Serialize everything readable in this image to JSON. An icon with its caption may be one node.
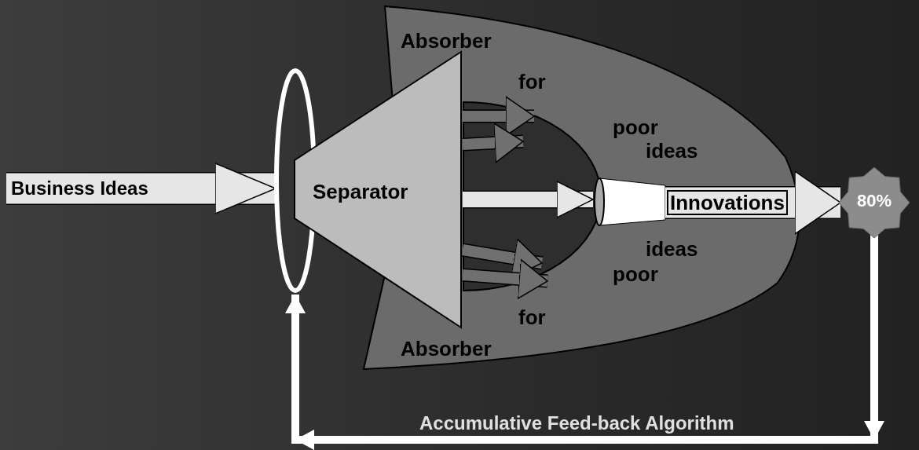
{
  "diagram": {
    "nodes": [
      {
        "text": [
          "Absorber",
          "for",
          "poor",
          "ideas",
          "ideas",
          "poor",
          "for",
          "Absorber"
        ]
      },
      {
        "text": [],
        "shape": "circle"
      },
      {
        "text": [
          "Separator"
        ]
      },
      {
        "text": [],
        "shape": "cone",
        "in": 0
      },
      {
        "text": [
          "80%"
        ]
      }
    ],
    "edges": [
      {
        "from": null,
        "to": 1,
        "arrow": "to",
        "style": "thick",
        "color": "#e6e6e6",
        "label": "Business Ideas"
      },
      {
        "from": 2,
        "to": null,
        "arrow": "to"
      },
      {
        "from": 2,
        "to": null,
        "arrow": "to"
      },
      {
        "from": 2,
        "to": 3,
        "arrow": "to",
        "color": "#e6e6e6"
      },
      {
        "from": 2,
        "to": null,
        "arrow": "to"
      },
      {
        "from": 2,
        "to": null,
        "arrow": "to"
      },
      {
        "from": 3,
        "to": 4,
        "arrow": "to",
        "style": "thick",
        "color": "#e6e6e6",
        "label": "Innovations"
      },
      {
        "from": 4,
        "to": 1,
        "arrow": "to",
        "color": "#ffffff",
        "label": "Accumulative Feed-back Algorithm"
      }
    ]
  }
}
